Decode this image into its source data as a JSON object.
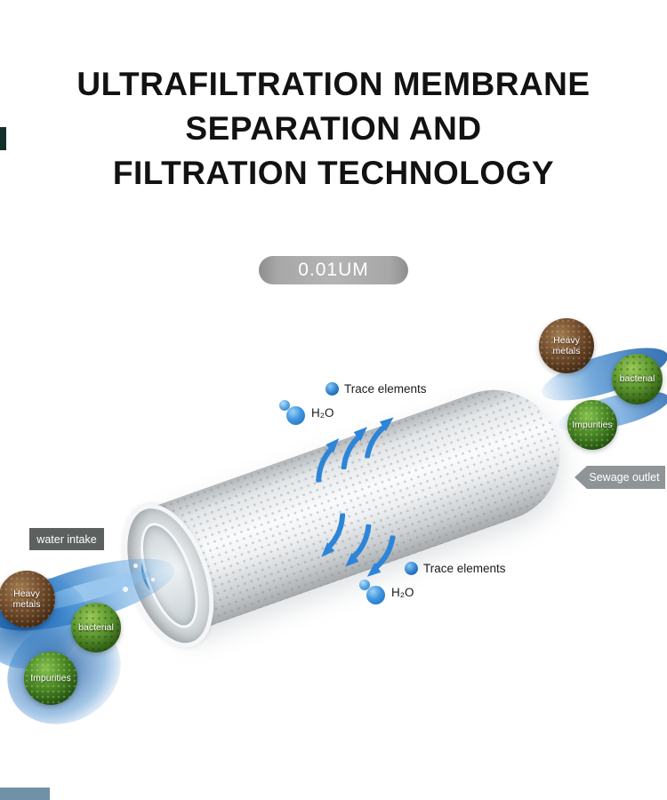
{
  "title": {
    "lines": [
      "ULTRAFILTRATION MEMBRANE",
      "SEPARATION AND",
      "FILTRATION TECHNOLOGY"
    ]
  },
  "badge": {
    "label": "0.01UM"
  },
  "tags": {
    "water_intake": "water intake",
    "sewage_outlet": "Sewage outlet"
  },
  "molecules": {
    "trace_top": "Trace elements",
    "h2o_top": "H₂O",
    "trace_bottom": "Trace elements",
    "h2o_bottom": "H₂O"
  },
  "contaminants_top_right": [
    {
      "label": "Heavy metals"
    },
    {
      "label": "bacterial"
    },
    {
      "label": "Impurities"
    }
  ],
  "contaminants_bottom_left": [
    {
      "label": "Heavy metals"
    },
    {
      "label": "bacterial"
    },
    {
      "label": "Impurities"
    }
  ],
  "colors": {
    "arrow_blue": "#2d85d8",
    "water_blue": "#1d6cc0",
    "badge_gray": "#a9a9a9",
    "sewage_tag_gray": "#8f9496",
    "water_intake_tag_gray": "#5c615f",
    "title_text": "#121212"
  }
}
